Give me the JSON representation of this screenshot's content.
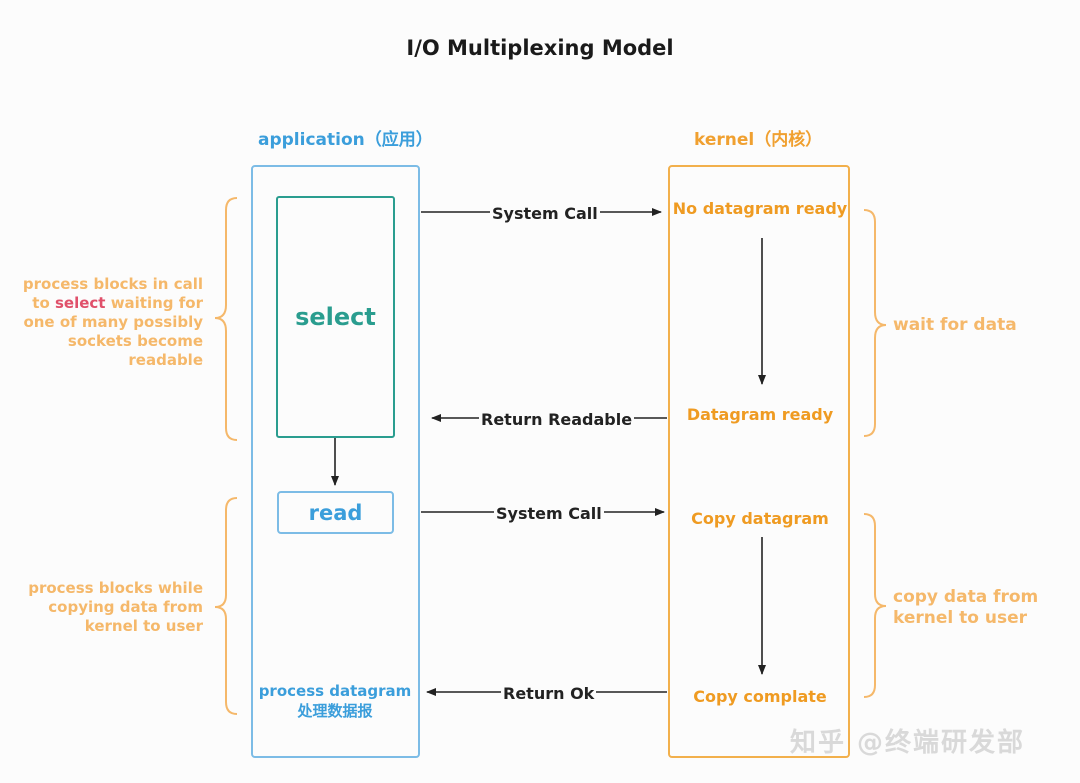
{
  "title": "I/O Multiplexing Model",
  "columns": {
    "application": "application（应用）",
    "kernel": "kernel（内核）"
  },
  "app": {
    "select": "select",
    "read": "read",
    "process_datagram": "process datagram",
    "process_datagram_cn": "处理数据报"
  },
  "kernel_steps": {
    "no_datagram": "No datagram ready",
    "datagram_ready": "Datagram ready",
    "copy_datagram": "Copy datagram",
    "copy_complate": "Copy complate"
  },
  "arrows": {
    "system_call_1": "System Call",
    "return_readable": "Return Readable",
    "system_call_2": "System Call",
    "return_ok": "Return Ok"
  },
  "left_notes": {
    "block_select_pre": "process blocks in call",
    "block_select_to": "to ",
    "block_select_hl": "select",
    "block_select_mid": " waiting for",
    "block_select_l3": "one of many possibly",
    "block_select_l4": "sockets become",
    "block_select_l5": "readable",
    "block_copy_l1": "process blocks while",
    "block_copy_l2": "copying data from",
    "block_copy_l3": "kernel to user"
  },
  "right_notes": {
    "wait": "wait for data",
    "copy_l1": "copy data from",
    "copy_l2": "kernel to user"
  },
  "watermark": "知乎 @终端研发部",
  "colors": {
    "app_blue": "#3b9edb",
    "kernel_orange": "#f0a030",
    "note_orange": "#f5b86a",
    "select_teal": "#2a9d8f",
    "highlight_red": "#e0506a"
  }
}
